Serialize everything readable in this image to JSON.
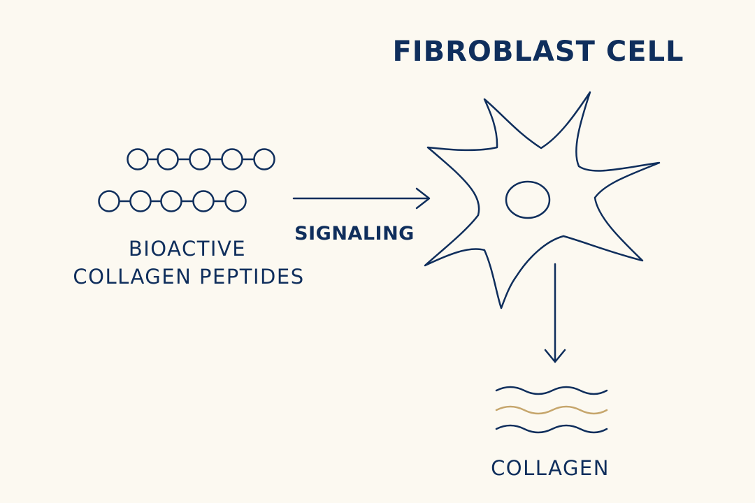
{
  "colors": {
    "background": "#fcf9f1",
    "ink": "#0f2e5c",
    "accent": "#c6a66c"
  },
  "labels": {
    "title": "FIBROBLAST CELL",
    "peptides_line1": "BIOACTIVE",
    "peptides_line2": "COLLAGEN PEPTIDES",
    "signaling": "SIGNALING",
    "collagen": "COLLAGEN"
  },
  "icons": {
    "peptide_chain": "peptide-chain-icon",
    "fibroblast": "fibroblast-cell-icon",
    "collagen_fiber": "collagen-fiber-icon"
  }
}
